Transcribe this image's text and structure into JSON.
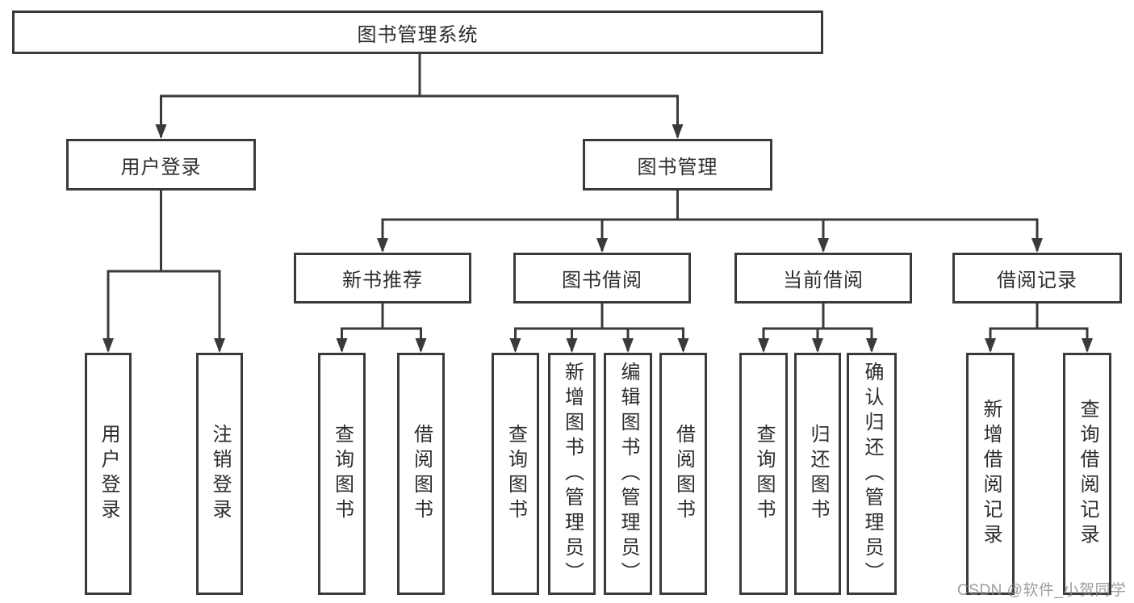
{
  "diagram": {
    "title": "图书管理系统",
    "branches": {
      "user_login": {
        "label": "用户登录",
        "children": [
          "用户登录",
          "注销登录"
        ]
      },
      "book_mgmt": {
        "label": "图书管理",
        "sections": {
          "new_book": {
            "label": "新书推荐",
            "children": [
              "查询图书",
              "借阅图书"
            ]
          },
          "borrow": {
            "label": "图书借阅",
            "children": [
              "查询图书",
              "新增图书（管理员）",
              "编辑图书（管理员）",
              "借阅图书"
            ]
          },
          "current": {
            "label": "当前借阅",
            "children": [
              "查询图书",
              "归还图书",
              "确认归还（管理员）"
            ]
          },
          "records": {
            "label": "借阅记录",
            "children": [
              "新增借阅记录",
              "查询借阅记录"
            ]
          }
        }
      }
    }
  },
  "watermark": {
    "text": "CSDN @软件_小贺同学"
  },
  "colors": {
    "line": "#3a3a3a",
    "text": "#2d2d2d",
    "watermark": "#8c8c8c",
    "background": "#ffffff"
  }
}
